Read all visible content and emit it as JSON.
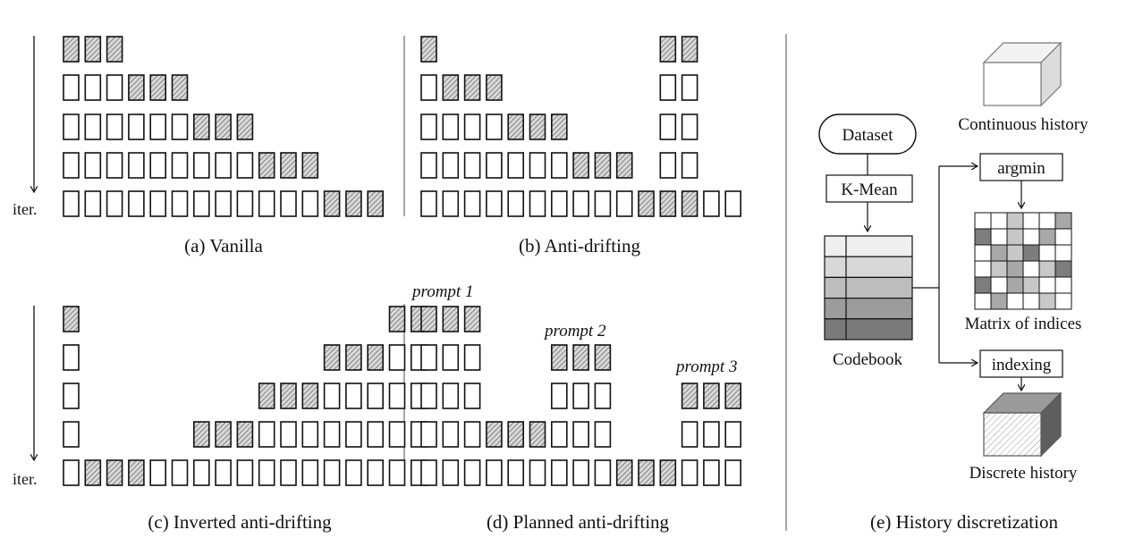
{
  "panels": {
    "a": {
      "caption": "(a) Vanilla",
      "iter_label": "iter.",
      "rows": [
        "HHH",
        "OOOHHH",
        "OOOOOOHHH",
        "OOOOOOOOOHHH",
        "OOOOOOOOOOOOHHH"
      ]
    },
    "b": {
      "caption": "(b) Anti-drifting",
      "rows": [
        "H..........HH",
        "OHHH.......OO",
        "OOOOHHH....OO",
        "OOOOOOOHHH.OO",
        "OOOOOOOOOOHHHOO"
      ]
    },
    "c": {
      "caption": "(c) Inverted anti-drifting",
      "iter_label": "iter.",
      "rows": [
        "H..............HH",
        "O...........HHHOO",
        "O........HHHOOOOO",
        "O.....HHHOOOOOOOO",
        "OHHHOOOOOOOOOOOOO"
      ]
    },
    "d": {
      "caption": "(d) Planned anti-drifting",
      "prompts": [
        "prompt 1",
        "prompt 2",
        "prompt 3"
      ],
      "rows": [
        "HHH",
        "OOO...HHH",
        "OOO...OOO...HHH",
        "OOOHHHOOO...OOO",
        "OOOOOOOOOHHHOOO"
      ]
    },
    "e": {
      "caption": "(e) History discretization",
      "dataset": "Dataset",
      "kmean": "K-Mean",
      "codebook": "Codebook",
      "continuous": "Continuous history",
      "argmin": "argmin",
      "matrix": "Matrix of indices",
      "indexing": "indexing",
      "discrete": "Discrete history",
      "codebook_shades": [
        "#efefef",
        "#d8d8d8",
        "#bdbdbd",
        "#9c9c9c",
        "#7a7a7a"
      ],
      "matrix_cells": [
        "#ffffff",
        "#ffffff",
        "#c8c8c8",
        "#ffffff",
        "#ffffff",
        "#a8a8a8",
        "#7d7d7d",
        "#ffffff",
        "#c8c8c8",
        "#ffffff",
        "#a8a8a8",
        "#ffffff",
        "#ffffff",
        "#a8a8a8",
        "#c8c8c8",
        "#7d7d7d",
        "#ffffff",
        "#ffffff",
        "#ffffff",
        "#c8c8c8",
        "#a8a8a8",
        "#ffffff",
        "#c8c8c8",
        "#7d7d7d",
        "#7d7d7d",
        "#ffffff",
        "#a8a8a8",
        "#c8c8c8",
        "#ffffff",
        "#ffffff",
        "#ffffff",
        "#a8a8a8",
        "#ffffff",
        "#ffffff",
        "#c8c8c8",
        "#ffffff"
      ]
    }
  }
}
